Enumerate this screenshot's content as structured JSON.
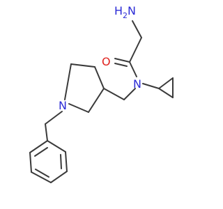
{
  "molecule": {
    "atoms": {
      "amine": {
        "element": "H",
        "subscript": "2",
        "suffix": "N"
      },
      "carbonyl_oxygen": {
        "element": "O"
      },
      "amide_nitrogen": {
        "element": "N"
      },
      "ring_nitrogen": {
        "element": "N"
      }
    },
    "colors": {
      "bond": "#3a3a3a",
      "nitrogen": "#2b2bd6",
      "oxygen": "#e0221e"
    }
  }
}
